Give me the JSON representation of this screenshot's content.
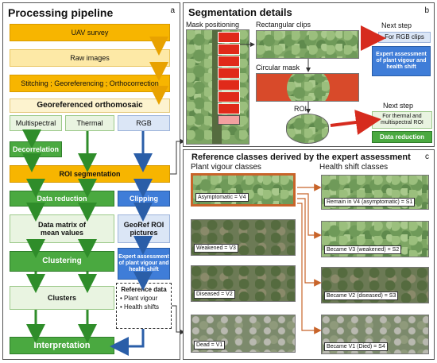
{
  "panel_a": {
    "title": "Processing pipeline",
    "letter": "a",
    "uav_survey": "UAV survey",
    "raw_images": "Raw images",
    "stitching": "Stitching ; Georeferencing ; Orthocorrection",
    "orthomosaic": "Georeferenced orthomosaic",
    "multispectral": "Multispectral",
    "thermal": "Thermal",
    "rgb": "RGB",
    "decorrelation": "Decorrelation",
    "roi_segmentation": "ROI segmentation",
    "data_reduction": "Data reduction",
    "clipping": "Clipping",
    "data_matrix": "Data matrix of mean values",
    "georef_roi": "GeoRef ROI pictures",
    "clustering": "Clustering",
    "expert_assessment": "Expert assessment of plant vigour and health shift",
    "clusters": "Clusters",
    "reference_data_title": "Reference data",
    "reference_data_items": [
      "Plant vigour",
      "Health shifts"
    ],
    "interpretation": "Interpretation"
  },
  "panel_b": {
    "title": "Segmentation details",
    "letter": "b",
    "mask_positioning": "Mask positioning",
    "rectangular_clips": "Rectangular clips",
    "next_step_1": "Next step",
    "for_rgb_clips": "For RGB clips",
    "expert_assessment": "Expert assessment of plant vigour and health shift",
    "circular_mask": "Circular mask",
    "roi": "ROI",
    "next_step_2": "Next step",
    "for_thermal": "For thermal and multispectral ROI",
    "data_reduction": "Data reduction"
  },
  "panel_c": {
    "title": "Reference classes derived by the expert assessment",
    "letter": "c",
    "plant_vigour_header": "Plant vigour classes",
    "health_shift_header": "Health shift classes",
    "vigour_classes": [
      "Asymptomatic = V4",
      "Weakened = V3",
      "Diseased = V2",
      "Dead = V1"
    ],
    "shift_classes": [
      "Remain in V4 (asymptomatic) = S1",
      "Became V3 (weakened) = S2",
      "Became V2 (diseased) = S3",
      "Became V1 (Died) = S4"
    ]
  },
  "colors": {
    "yellow": "#f7b500",
    "green": "#4aa940",
    "blue": "#3f7dd8",
    "red_arrow": "#d62b1e",
    "orange_arrow": "#c8642a"
  }
}
